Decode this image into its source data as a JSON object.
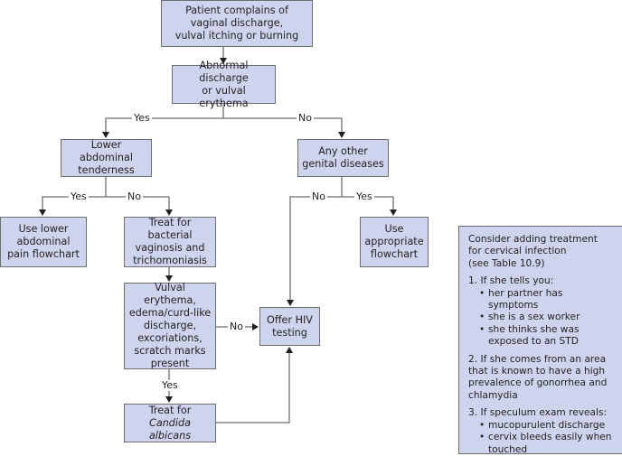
{
  "colors": {
    "box_fill": "#cfd4ee",
    "box_border": "#6d6e71",
    "line": "#6d6e71",
    "text": "#231f20"
  },
  "nodes": {
    "start": [
      "Patient complains of",
      "vaginal discharge,",
      "vulval itching or burning"
    ],
    "abnormal": [
      "Abnormal discharge",
      "or vulval erythema"
    ],
    "lower_abd": [
      "Lower abdominal",
      "tenderness"
    ],
    "other_genital": [
      "Any other",
      "genital diseases"
    ],
    "use_lower_abd": [
      "Use lower",
      "abdominal",
      "pain flowchart"
    ],
    "treat_bv": [
      "Treat for bacterial",
      "vaginosis and",
      "trichomoniasis"
    ],
    "use_appropriate": [
      "Use",
      "appropriate",
      "flowchart"
    ],
    "vulval": [
      "Vulval erythema,",
      "edema/curd-like",
      "discharge,",
      "excoriations,",
      "scratch marks",
      "present"
    ],
    "hiv": [
      "Offer HIV",
      "testing"
    ],
    "candida": {
      "line1": "Treat for",
      "line2": "Candida albicans"
    }
  },
  "edge_labels": {
    "abnormal_yes": "Yes",
    "abnormal_no": "No",
    "lower_yes": "Yes",
    "lower_no": "No",
    "other_no": "No",
    "other_yes": "Yes",
    "vulval_no": "No",
    "vulval_yes": "Yes"
  },
  "note": {
    "intro": [
      "Consider adding treatment",
      "for cervical infection",
      "(see Table 10.9)"
    ],
    "item1": "1. If she tells you:",
    "item1_bullets": [
      "her partner has symptoms",
      "she is a sex worker",
      "she thinks she was exposed to an STD"
    ],
    "item2": "2. If she comes from an area that is known to have a high prevalence of gonorrhea and chlamydia",
    "item3": "3. If speculum exam reveals:",
    "item3_bullets": [
      "mucopurulent discharge",
      "cervix bleeds easily when touched"
    ]
  }
}
